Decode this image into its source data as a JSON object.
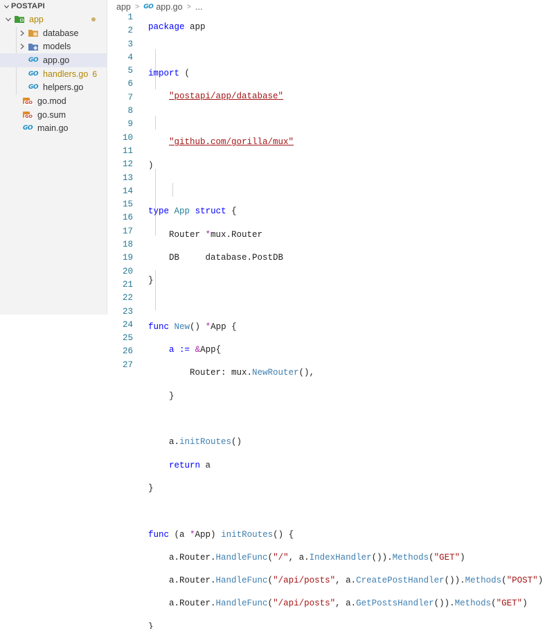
{
  "sidebar": {
    "title": "POSTAPI",
    "items": [
      {
        "label": "app",
        "icon": "folder-app-icon",
        "expanded": true,
        "modified_dot": true
      },
      {
        "label": "database",
        "icon": "folder-database-icon",
        "expanded": false
      },
      {
        "label": "models",
        "icon": "folder-models-icon",
        "expanded": false
      },
      {
        "label": "app.go",
        "icon": "go-file-icon",
        "selected": true
      },
      {
        "label": "handlers.go",
        "icon": "go-file-icon",
        "badge": "6",
        "modified": true
      },
      {
        "label": "helpers.go",
        "icon": "go-file-icon"
      },
      {
        "label": "go.mod",
        "icon": "go-mod-icon"
      },
      {
        "label": "go.sum",
        "icon": "go-sum-icon"
      },
      {
        "label": "main.go",
        "icon": "go-file-icon"
      }
    ]
  },
  "breadcrumb": {
    "folder": "app",
    "file": "app.go",
    "more": "..."
  },
  "editor": {
    "line_numbers": [
      "1",
      "2",
      "3",
      "4",
      "5",
      "6",
      "7",
      "8",
      "9",
      "10",
      "11",
      "12",
      "13",
      "14",
      "15",
      "16",
      "17",
      "18",
      "19",
      "20",
      "21",
      "22",
      "23",
      "24",
      "25",
      "26",
      "27"
    ]
  },
  "colors": {
    "keyword": "#0000ff",
    "type": "#267f99",
    "string": "#a31515",
    "function": "#795e26",
    "line_number": "#237893",
    "modified": "#b38600",
    "go_blue": "#1a8ec7"
  }
}
